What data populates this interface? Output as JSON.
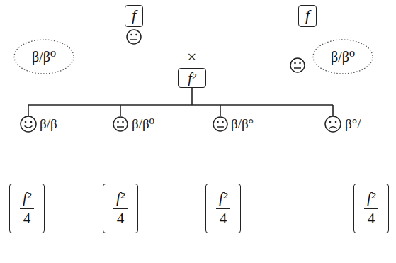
{
  "diagram": {
    "nodes": [
      {
        "text": [
          "f"
        ]
      },
      {
        "text": [
          "f"
        ]
      },
      {
        "text": [
          "β/β⁰"
        ]
      },
      {
        "text": [
          "β/β⁰"
        ]
      },
      {
        "text": [
          "f²"
        ]
      },
      {
        "text": [
          "f²",
          "4"
        ]
      },
      {
        "text": [
          "f²",
          "4"
        ]
      },
      {
        "text": [
          "f²",
          "4"
        ]
      },
      {
        "text": [
          "f²",
          "4"
        ]
      }
    ],
    "labels": [
      "×",
      "β/β",
      "β/β⁰",
      "β/β°",
      "β°/"
    ]
  }
}
